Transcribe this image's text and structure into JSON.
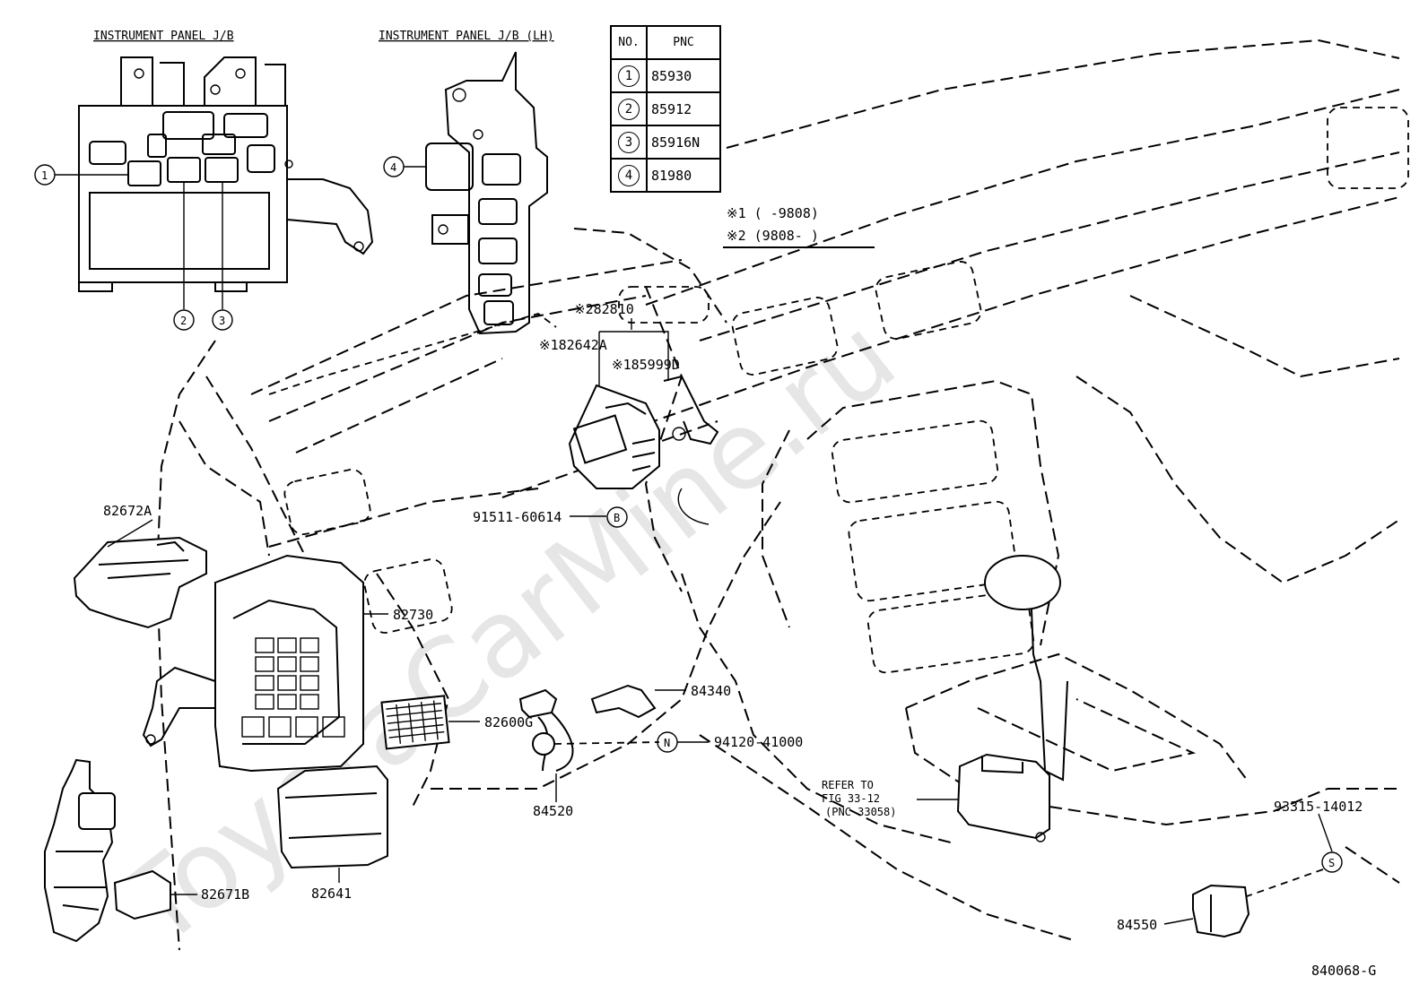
{
  "watermark": "ToyotaCarMine.ru",
  "titles": {
    "jb": "INSTRUMENT PANEL J/B",
    "jb_lh": "INSTRUMENT PANEL J/B (LH)"
  },
  "table": {
    "header_no": "NO.",
    "header_pnc": "PNC",
    "rows": [
      {
        "no": "1",
        "pnc": "85930"
      },
      {
        "no": "2",
        "pnc": "85912"
      },
      {
        "no": "3",
        "pnc": "85916N"
      },
      {
        "no": "4",
        "pnc": "81980"
      }
    ]
  },
  "notes": {
    "n1": "※1 (     -9808)",
    "n2": "※2 (9808-     )"
  },
  "callouts": {
    "c1": "1",
    "c2": "2",
    "c3": "3",
    "c4": "4",
    "b": "B",
    "n": "N",
    "s": "S"
  },
  "parts": {
    "p282810": "※282810",
    "p182642a": "※182642A",
    "p185999d": "※185999D",
    "p91511": "91511-60614",
    "p82672a": "82672A",
    "p82730": "82730",
    "p84340": "84340",
    "p82600g": "82600G",
    "p94120": "94120-41000",
    "p84520": "84520",
    "p82641": "82641",
    "p82671b": "82671B",
    "refer1": "REFER TO",
    "refer2": "FIG 33-12",
    "refer3": "(PNC 33058)",
    "p93315": "93315-14012",
    "p84550": "84550"
  },
  "figure_id": "840068-G"
}
